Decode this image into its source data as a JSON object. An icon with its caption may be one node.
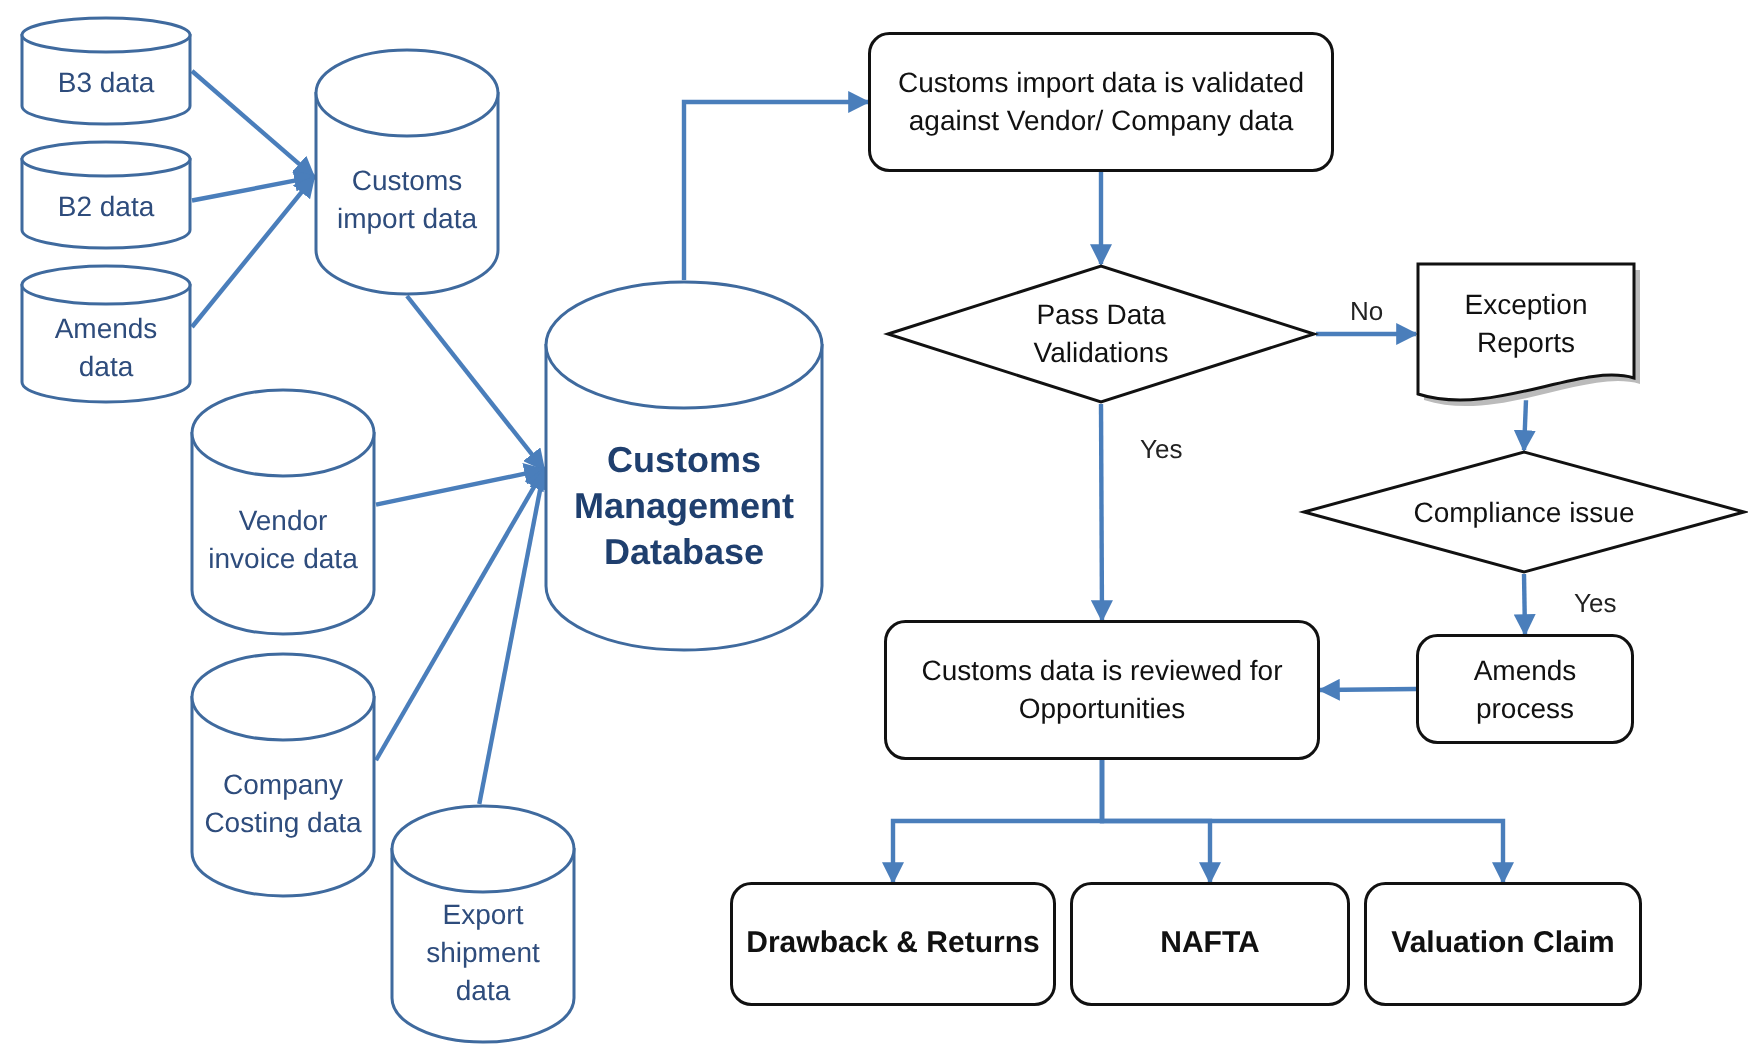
{
  "diagram": {
    "nodes": [
      {
        "text": [
          "B3 data"
        ]
      },
      {
        "text": [
          "B2  data"
        ]
      },
      {
        "text": [
          "Amends data"
        ]
      },
      {
        "text": [
          "Customs import data"
        ]
      },
      {
        "text": [
          "Vendor invoice data"
        ]
      },
      {
        "text": [
          "Company Costing data"
        ]
      },
      {
        "text": [
          "Export shipment data"
        ]
      },
      {
        "text": [
          "Customs Management Database"
        ]
      },
      {
        "text": [
          "Customs import data is validated against Vendor/ Company data"
        ]
      },
      {
        "text": [
          "Pass Data Validations"
        ]
      },
      {
        "text": [
          "Exception Reports"
        ]
      },
      {
        "text": [
          "Compliance issue"
        ]
      },
      {
        "text": [
          "Amends process"
        ]
      },
      {
        "text": [
          "Customs data is reviewed for Opportunities"
        ]
      },
      {
        "text": [
          "Drawback & Returns"
        ]
      },
      {
        "text": [
          "NAFTA"
        ]
      },
      {
        "text": [
          "Valuation Claim"
        ]
      }
    ],
    "edges": [
      {
        "from": 0,
        "to": 3,
        "arrow": "to"
      },
      {
        "from": 1,
        "to": 3,
        "arrow": "to"
      },
      {
        "from": 2,
        "to": 3,
        "arrow": "to"
      },
      {
        "from": 3,
        "to": 7,
        "arrow": "to"
      },
      {
        "from": 4,
        "to": 7,
        "arrow": "to"
      },
      {
        "from": 5,
        "to": 7,
        "arrow": "to"
      },
      {
        "from": 6,
        "to": 7,
        "arrow": "to"
      },
      {
        "from": 7,
        "to": 8,
        "arrow": "to"
      },
      {
        "from": 8,
        "to": 9,
        "arrow": "to"
      },
      {
        "from": 9,
        "to": 10,
        "arrow": "to",
        "label": "No"
      },
      {
        "from": 9,
        "to": 13,
        "arrow": "to",
        "label": "Yes"
      },
      {
        "from": 10,
        "to": 11,
        "arrow": "to"
      },
      {
        "from": 11,
        "to": 12,
        "arrow": "to",
        "label": "Yes"
      },
      {
        "from": 12,
        "to": 13,
        "arrow": "to"
      },
      {
        "from": 13,
        "to": 14,
        "arrow": "to"
      },
      {
        "from": 13,
        "to": 15,
        "arrow": "to"
      },
      {
        "from": 13,
        "to": 16,
        "arrow": "to"
      }
    ]
  }
}
